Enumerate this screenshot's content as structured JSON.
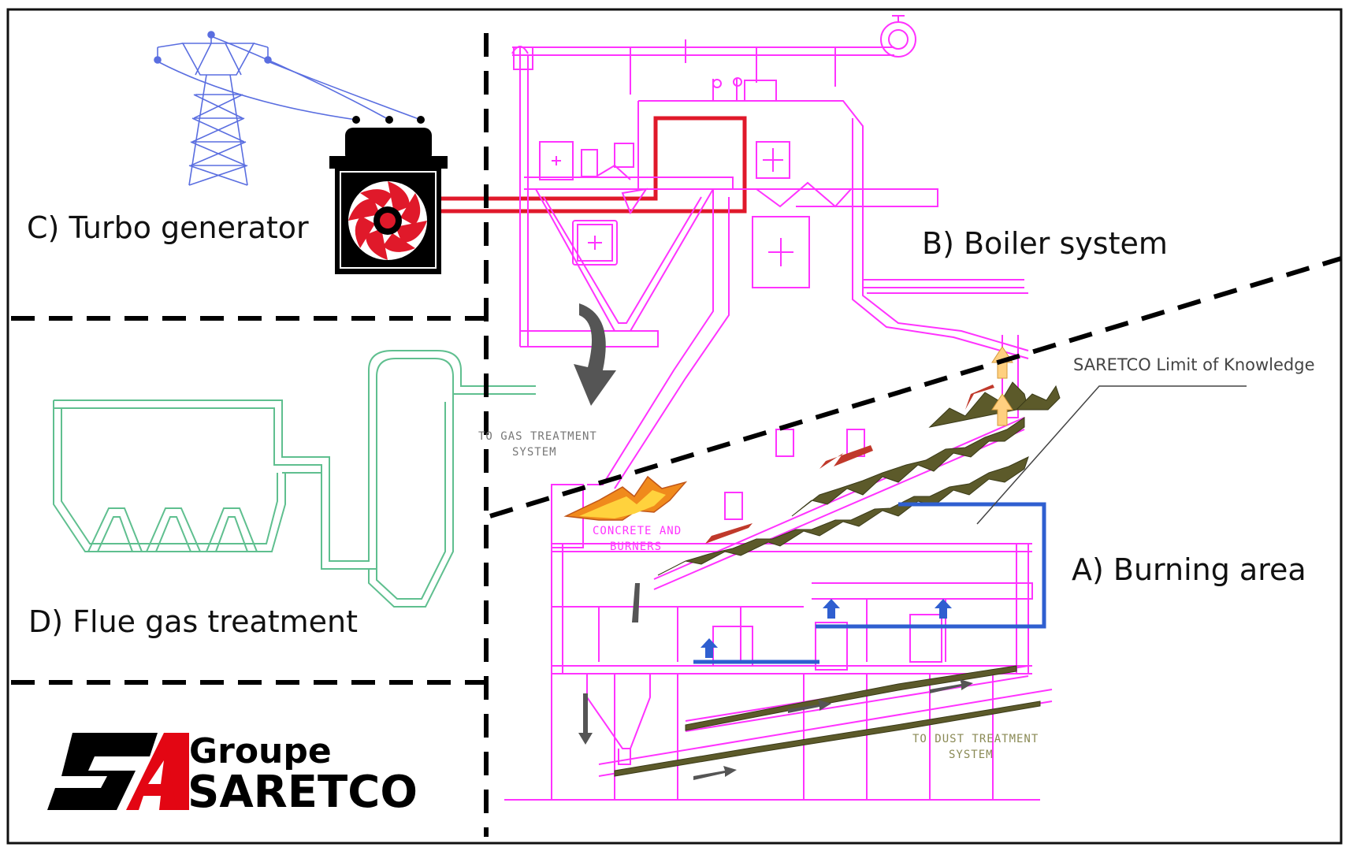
{
  "sections": {
    "burning_area": "A) Burning area",
    "boiler_system": "B) Boiler system",
    "turbo_generator": "C) Turbo generator",
    "flue_gas_treatment": "D) Flue gas treatment"
  },
  "annotations": {
    "limit_of_knowledge": "SARETCO Limit of Knowledge",
    "gas_treatment_line1": "TO GAS TREATMENT",
    "gas_treatment_line2": "SYSTEM",
    "concrete_line1": "CONCRETE AND",
    "concrete_line2": "BURNERS",
    "dust_treatment_line1": "TO DUST TREATMENT",
    "dust_treatment_line2": "SYSTEM"
  },
  "logo": {
    "line1": "Groupe",
    "line2": "SARETCO"
  },
  "colors": {
    "boiler_outline": "#ff33ff",
    "steam_pipe": "#e0192a",
    "water_pipe": "#2f5fd0",
    "flue_gas_outline": "#5fbf8f",
    "power_line": "#5a6ee0",
    "zone_divider": "#000000",
    "flame": "#f08a1c",
    "waste_bed": "#5c5a2a",
    "logo_red": "#e30613"
  }
}
